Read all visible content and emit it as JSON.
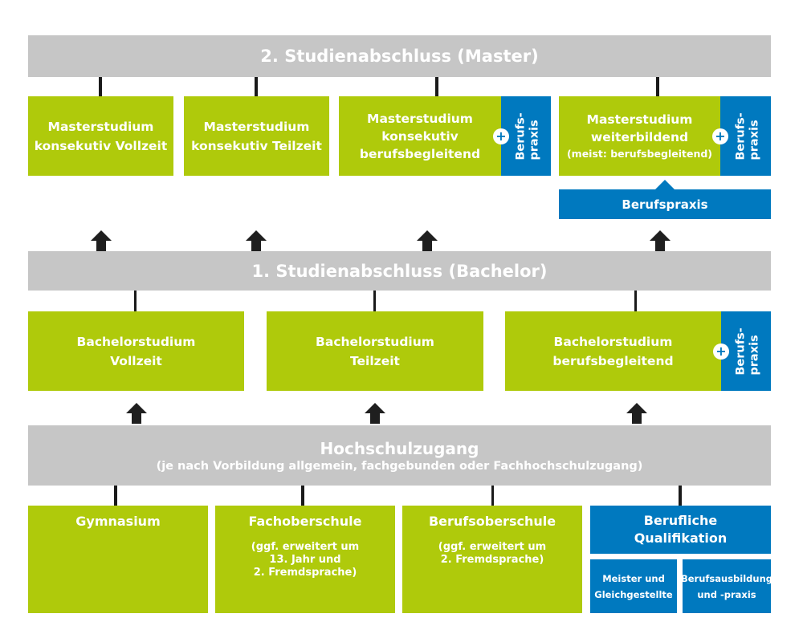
{
  "colors": {
    "bar_gray": "#c6c6c6",
    "green": "#afca0b",
    "blue": "#0079bf",
    "connector": "#1a1a1a"
  },
  "master": {
    "bar_title": "2. Studienabschluss (Master)",
    "boxes": [
      {
        "lines": [
          "Masterstudium",
          "konsekutiv Vollzeit"
        ]
      },
      {
        "lines": [
          "Masterstudium",
          "konsekutiv Teilzeit"
        ]
      },
      {
        "lines": [
          "Masterstudium",
          "konsekutiv",
          "berufsbegleitend"
        ],
        "addon": "Berufs-\npraxis"
      },
      {
        "lines": [
          "Masterstudium",
          "weiterbildend",
          "(meist: berufsbegleitend)"
        ],
        "addon": "Berufs-\npraxis"
      }
    ],
    "berufspraxis_label": "Berufspraxis"
  },
  "bachelor": {
    "bar_title": "1. Studienabschluss (Bachelor)",
    "boxes": [
      {
        "lines": [
          "Bachelorstudium",
          "Vollzeit"
        ]
      },
      {
        "lines": [
          "Bachelorstudium",
          "Teilzeit"
        ]
      },
      {
        "lines": [
          "Bachelorstudium",
          "berufsbegleitend"
        ],
        "addon": "Berufs-\npraxis"
      }
    ]
  },
  "access": {
    "title": "Hochschulzugang",
    "subtitle": "(je nach Vorbildung allgemein, fachgebunden oder Fachhochschulzugang)"
  },
  "schools": [
    {
      "title": "Gymnasium",
      "note": []
    },
    {
      "title": "Fachoberschule",
      "note": [
        "(ggf. erweitert um",
        "13. Jahr und",
        "2. Fremdsprache)"
      ]
    },
    {
      "title": "Berufsoberschule",
      "note": [
        "(ggf. erweitert um",
        "2. Fremdsprache)"
      ]
    }
  ],
  "qualification": {
    "title": [
      "Berufliche",
      "Qualifikation"
    ],
    "sub": [
      {
        "lines": [
          "Meister und",
          "Gleichgestellte"
        ]
      },
      {
        "lines": [
          "Berufsausbildung",
          "und -praxis"
        ]
      }
    ]
  },
  "plus_symbol": "+"
}
